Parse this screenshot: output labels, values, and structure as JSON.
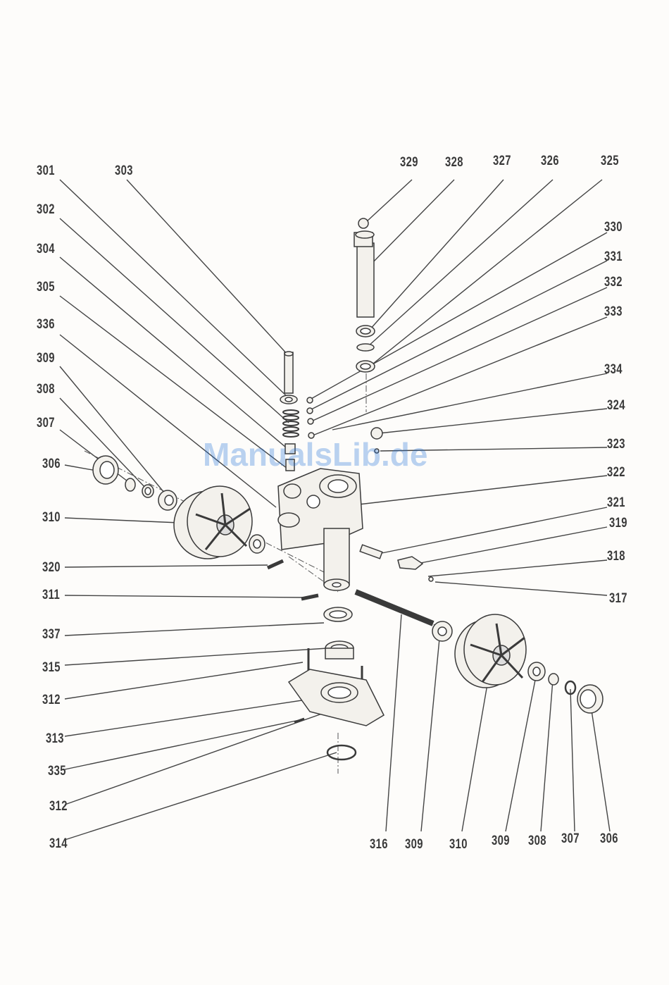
{
  "watermark": "ManualsLib.de",
  "labels": {
    "l301": "301",
    "l303": "303",
    "l329": "329",
    "l328": "328",
    "l327": "327",
    "l326": "326",
    "l325": "325",
    "l302": "302",
    "l330": "330",
    "l304": "304",
    "l331": "331",
    "l332": "332",
    "l305": "305",
    "l333": "333",
    "l336": "336",
    "l309a": "309",
    "l334": "334",
    "l308a": "308",
    "l324": "324",
    "l307a": "307",
    "l323": "323",
    "l306a": "306",
    "l322": "322",
    "l310a": "310",
    "l321": "321",
    "l319": "319",
    "l320": "320",
    "l318": "318",
    "l311": "311",
    "l317": "317",
    "l337": "337",
    "l315": "315",
    "l312a": "312",
    "l313": "313",
    "l335": "335",
    "l312b": "312",
    "l314": "314",
    "l316": "316",
    "l309b": "309",
    "l310b": "310",
    "l309c": "309",
    "l308b": "308",
    "l307b": "307",
    "l306b": "306"
  }
}
